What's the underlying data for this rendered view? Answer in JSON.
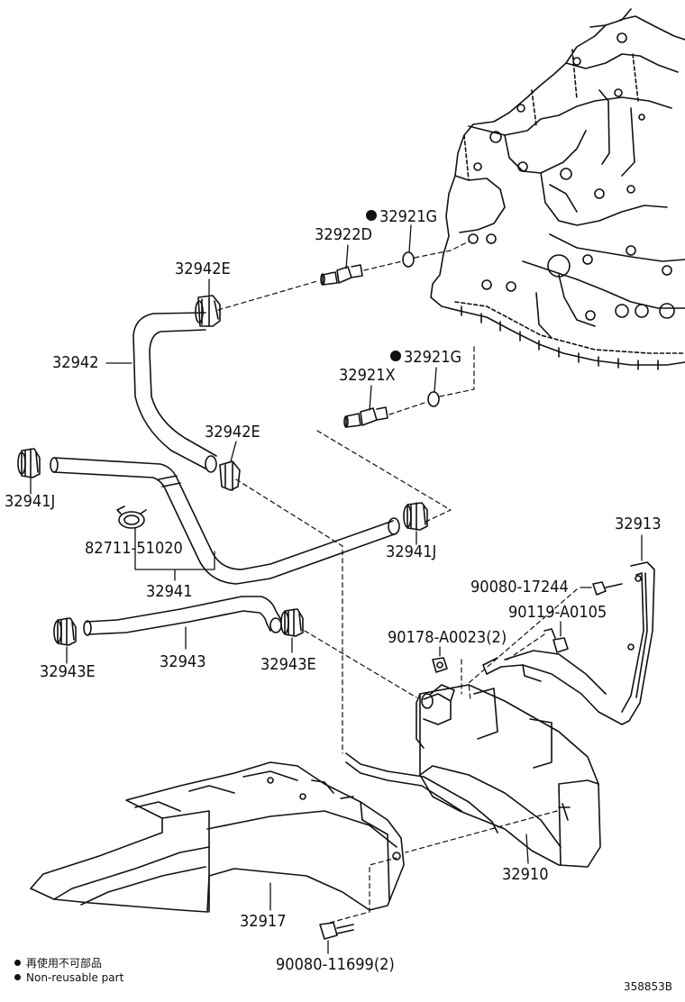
{
  "parts": {
    "p32921G_a": "32921G",
    "p32922D": "32922D",
    "p32942E_a": "32942E",
    "p32942": "32942",
    "p32921G_b": "32921G",
    "p32921X": "32921X",
    "p32942E_b": "32942E",
    "p32941J_a": "32941J",
    "p32941J_b": "32941J",
    "p82711": "82711-51020",
    "p32941": "32941",
    "p32913": "32913",
    "p90080_17244": "90080-17244",
    "p90119": "90119-A0105",
    "p32943E_a": "32943E",
    "p32943": "32943",
    "p32943E_b": "32943E",
    "p90178": "90178-A0023(2)",
    "p32910": "32910",
    "p32917": "32917",
    "p90080_11699": "90080-11699(2)"
  },
  "legend": {
    "line1": "再使用不可部品",
    "line2": "Non-reusable part"
  },
  "doc_id": "358853B"
}
